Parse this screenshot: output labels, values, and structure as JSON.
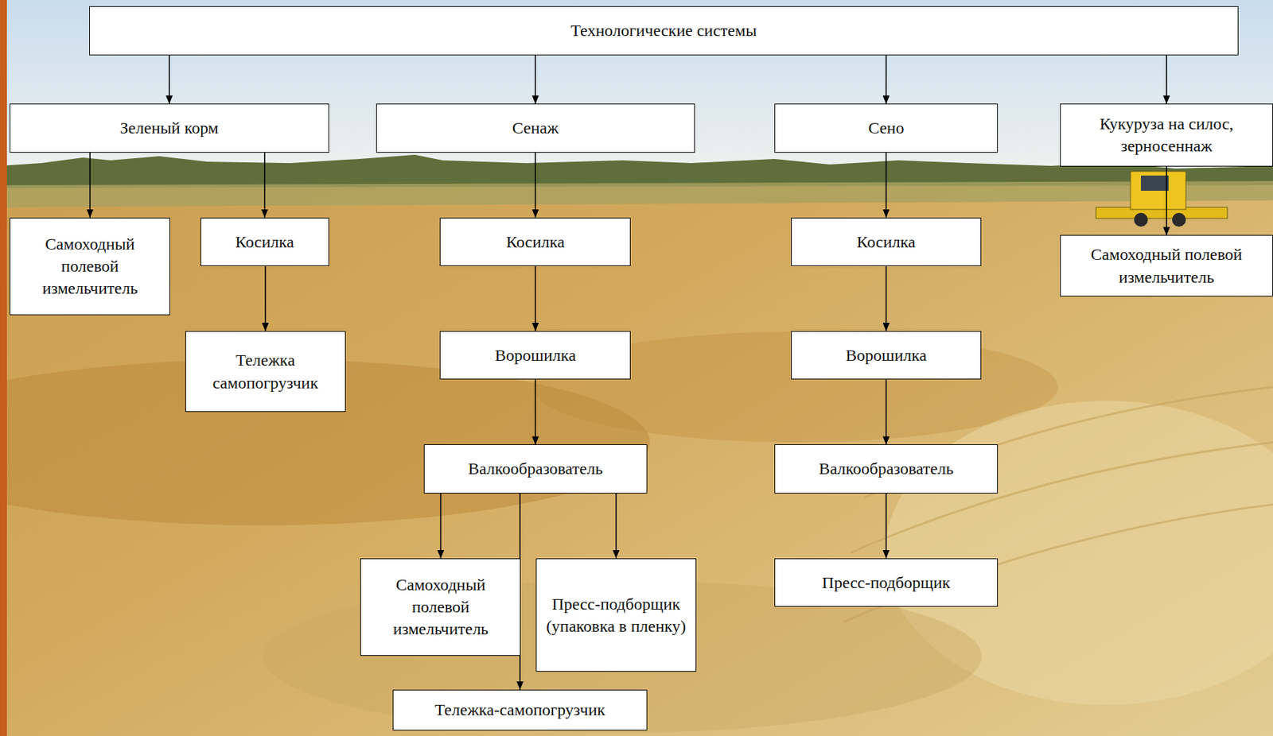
{
  "diagram": {
    "nodes": [
      {
        "text": [
          "Технологические системы"
        ]
      },
      {
        "text": [
          "Зеленый корм"
        ]
      },
      {
        "text": [
          "Сенаж"
        ]
      },
      {
        "text": [
          "Сено"
        ]
      },
      {
        "text": [
          "Кукуруза на силос, зерносеннаж"
        ]
      },
      {
        "text": [
          "Самоходный полевой измельчитель"
        ]
      },
      {
        "text": [
          "Косилка"
        ]
      },
      {
        "text": [
          "Косилка"
        ]
      },
      {
        "text": [
          "Косилка"
        ]
      },
      {
        "text": [
          "Самоходный полевой измельчитель"
        ]
      },
      {
        "text": [
          "Тележка самопогрузчик"
        ]
      },
      {
        "text": [
          "Ворошилка"
        ]
      },
      {
        "text": [
          "Ворошилка"
        ]
      },
      {
        "text": [
          "Валкообразователь"
        ]
      },
      {
        "text": [
          "Валкообразователь"
        ]
      },
      {
        "text": [
          "Самоходный полевой измельчитель"
        ]
      },
      {
        "text": [
          "Пресс-подборщик (упаковка в пленку)"
        ]
      },
      {
        "text": [
          "Пресс-подборщик"
        ]
      },
      {
        "text": [
          "Тележка-самопогрузчик"
        ]
      }
    ],
    "edges": [
      {
        "from": 0,
        "to": 1,
        "arrow": "to"
      },
      {
        "from": 0,
        "to": 2,
        "arrow": "to"
      },
      {
        "from": 0,
        "to": 3,
        "arrow": "to"
      },
      {
        "from": 0,
        "to": 4,
        "arrow": "to"
      },
      {
        "from": 1,
        "to": 5,
        "arrow": "to"
      },
      {
        "from": 1,
        "to": 6,
        "arrow": "to"
      },
      {
        "from": 2,
        "to": 7,
        "arrow": "to"
      },
      {
        "from": 3,
        "to": 8,
        "arrow": "to"
      },
      {
        "from": 4,
        "to": 9,
        "arrow": "to"
      },
      {
        "from": 6,
        "to": 10,
        "arrow": "to"
      },
      {
        "from": 7,
        "to": 11,
        "arrow": "to"
      },
      {
        "from": 8,
        "to": 12,
        "arrow": "to"
      },
      {
        "from": 11,
        "to": 13,
        "arrow": "to"
      },
      {
        "from": 12,
        "to": 14,
        "arrow": "to"
      },
      {
        "from": 13,
        "to": 15,
        "arrow": "to"
      },
      {
        "from": 13,
        "to": 16,
        "arrow": "to"
      },
      {
        "from": 13,
        "to": 18,
        "arrow": "to"
      },
      {
        "from": 14,
        "to": 17,
        "arrow": "to"
      }
    ]
  }
}
